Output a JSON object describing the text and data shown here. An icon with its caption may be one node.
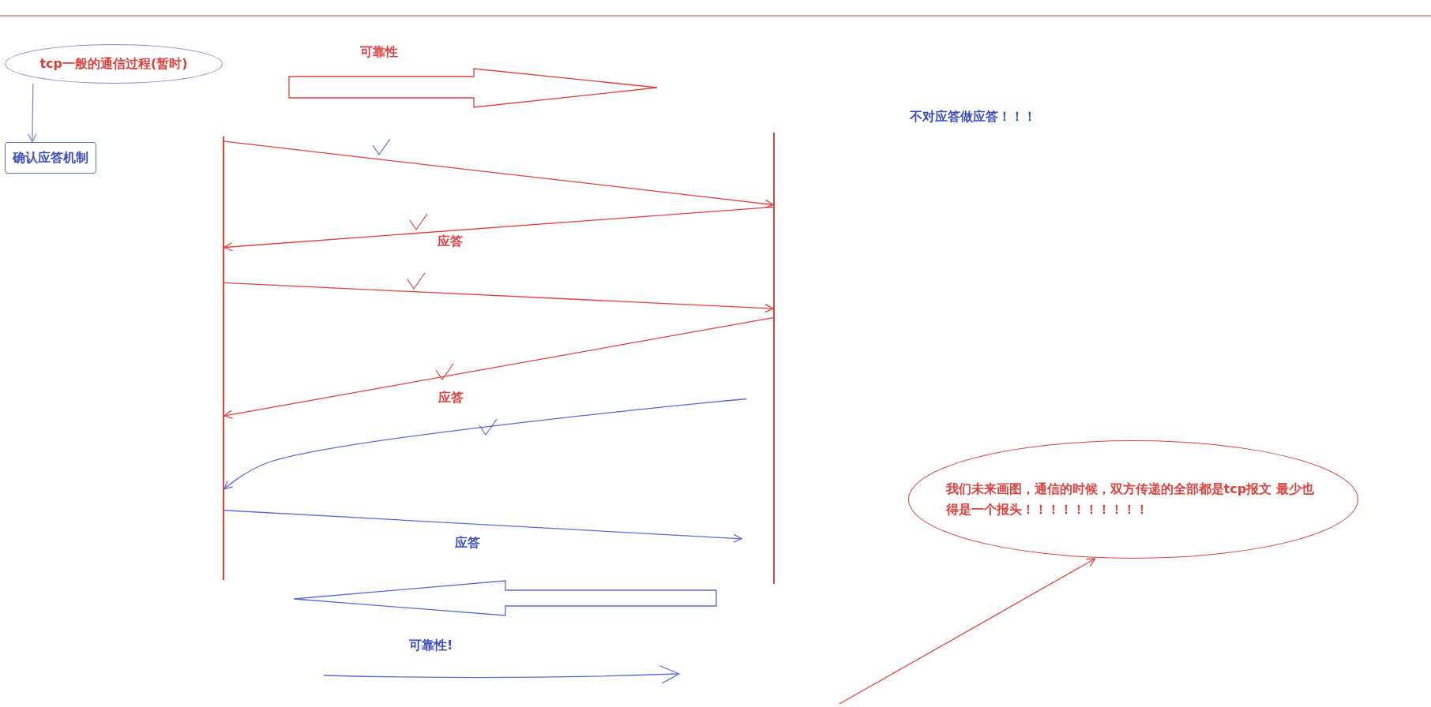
{
  "diagram": {
    "nodes": [
      {
        "text": [
          "tcp一般的通信过程(暂时)"
        ]
      },
      {
        "text": [
          "确认应答机制"
        ]
      },
      {
        "text": [],
        "shape": "bar"
      },
      {
        "text": [],
        "shape": "bar"
      },
      {
        "text": [
          "我们未来画图，通信的时候，双方传递的全部都是tcp报文 最少也得是一个报头！！！！！！！！！！"
        ]
      }
    ],
    "edges": [
      {
        "from": 0,
        "to": 1,
        "arrow": "to",
        "color": "#7f8ccc"
      },
      {
        "from": 2,
        "to": 3,
        "arrow": "to"
      },
      {
        "from": 3,
        "to": 2,
        "arrow": "to",
        "label": "应答"
      },
      {
        "from": 2,
        "to": 3,
        "arrow": "to"
      },
      {
        "from": 3,
        "to": 2,
        "arrow": "to",
        "label": "应答"
      },
      {
        "from": 3,
        "to": 2,
        "arrow": "to",
        "color": "#5b6bd6"
      },
      {
        "from": 2,
        "to": 3,
        "arrow": "to",
        "label": "应答",
        "color": "#5b6bd6"
      },
      {
        "from": null,
        "to": 4,
        "arrow": "to"
      }
    ],
    "labels": [
      "可靠性",
      "不对应答做应答！！！",
      "可靠性!"
    ]
  }
}
